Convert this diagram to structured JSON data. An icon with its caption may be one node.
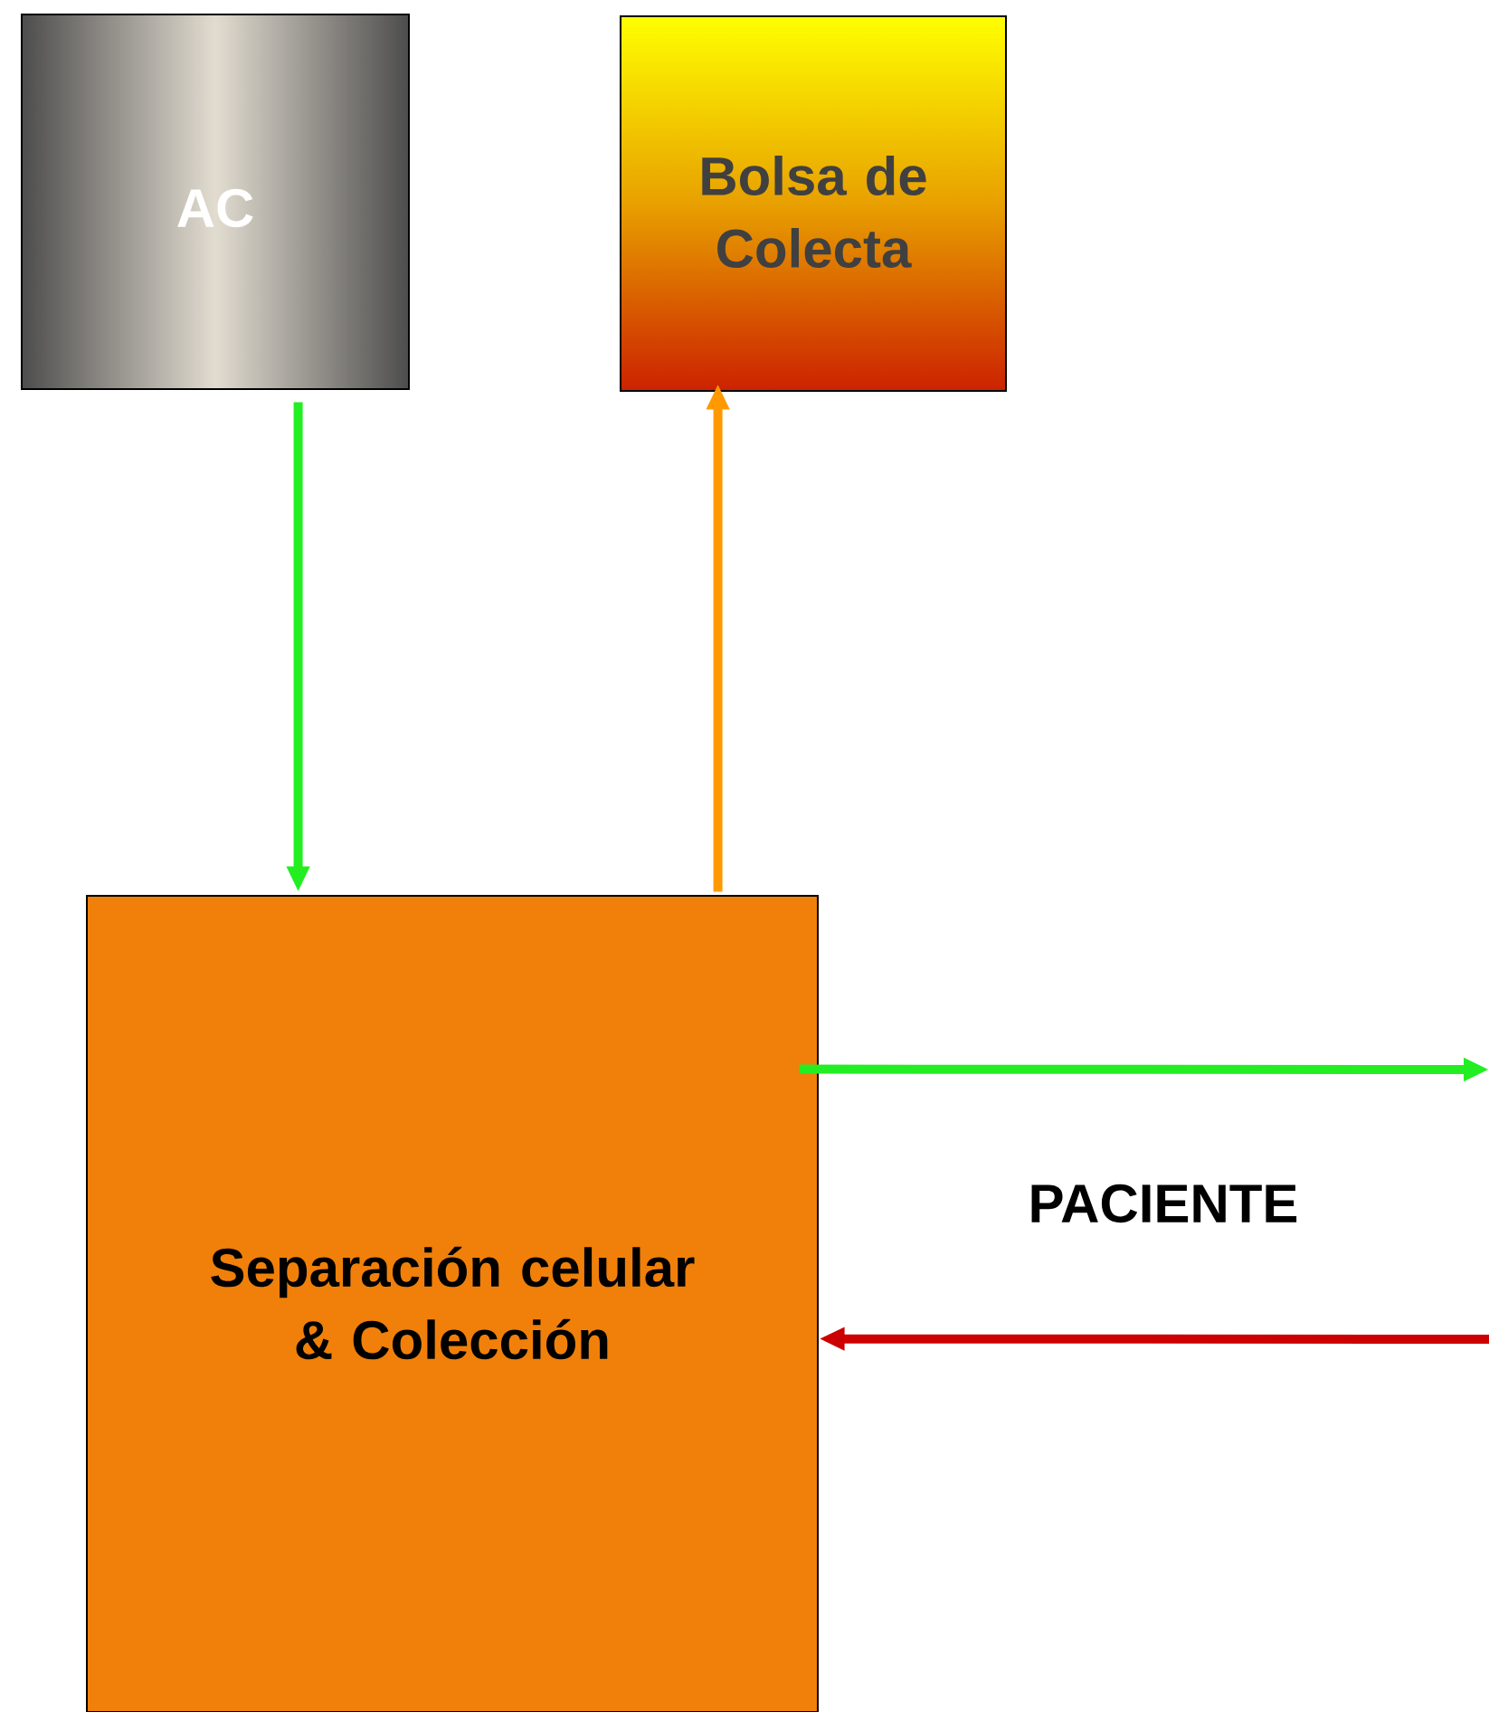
{
  "diagram": {
    "nodes": [
      {
        "text": [
          "AC"
        ]
      },
      {
        "text": [
          "Bolsa de Colecta"
        ]
      },
      {
        "text": [
          "Separación celular & Colección"
        ]
      }
    ],
    "edges": [
      {
        "from": 0,
        "to": 2,
        "arrow": "to",
        "color": "#22ee22"
      },
      {
        "from": 2,
        "to": 1,
        "arrow": "to",
        "color": "#ff9900"
      },
      {
        "from": 2,
        "to": null,
        "arrow": "to",
        "color": "#22ee22"
      },
      {
        "from": null,
        "to": 2,
        "arrow": "to",
        "color": "#cc0000"
      }
    ],
    "labels": [
      "PACIENTE"
    ]
  }
}
